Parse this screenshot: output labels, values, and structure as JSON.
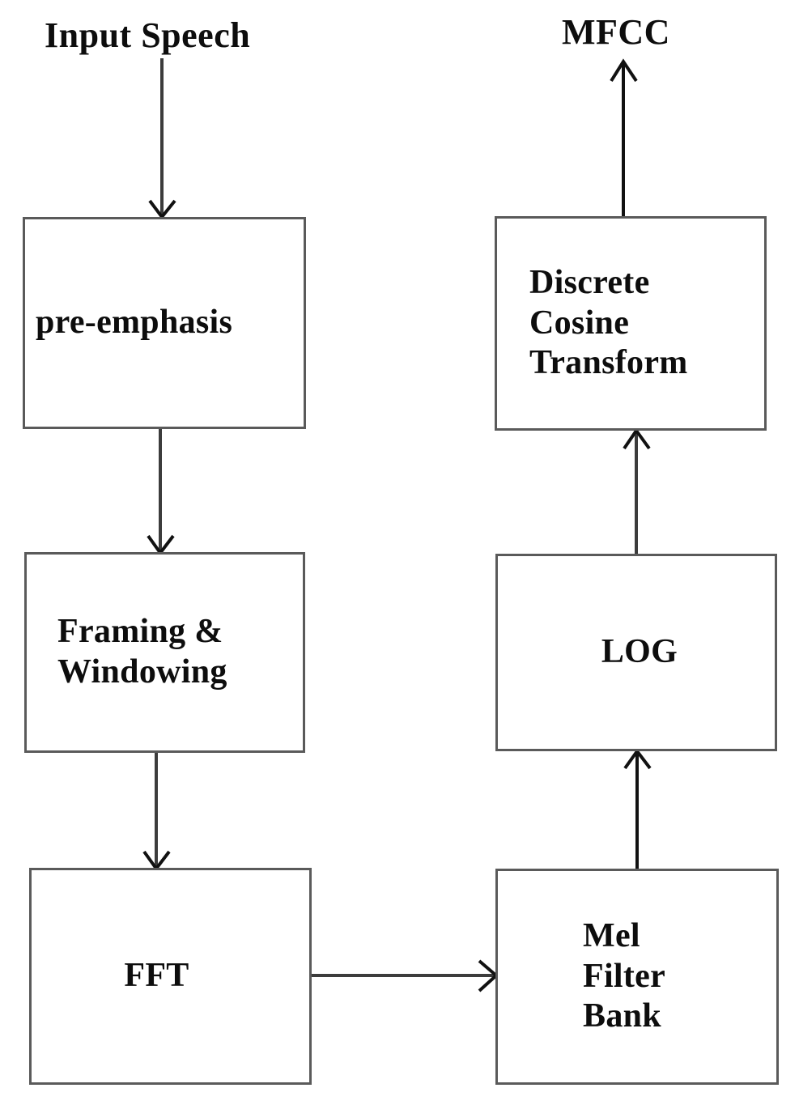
{
  "diagram": {
    "title": "MFCC feature extraction block diagram",
    "background_color": "#ffffff",
    "line_color": "#5a5a5a",
    "text_color": "#0d0d0d",
    "captions": {
      "input": "Input Speech",
      "output": "MFCC"
    },
    "nodes": [
      {
        "id": "pre-emphasis",
        "label": "pre-emphasis"
      },
      {
        "id": "framing",
        "label": "Framing &\nWindowing"
      },
      {
        "id": "fft",
        "label": "FFT"
      },
      {
        "id": "mel",
        "label": "Mel\nFilter\nBank"
      },
      {
        "id": "log",
        "label": "LOG"
      },
      {
        "id": "dct",
        "label": "Discrete\nCosine\nTransform"
      }
    ],
    "edges": [
      {
        "id": "input-to-pre-emphasis",
        "from": "Input Speech",
        "to": "pre-emphasis",
        "direction": "down"
      },
      {
        "id": "pre-emphasis-to-framing",
        "from": "pre-emphasis",
        "to": "Framing & Windowing",
        "direction": "down"
      },
      {
        "id": "framing-to-fft",
        "from": "Framing & Windowing",
        "to": "FFT",
        "direction": "down"
      },
      {
        "id": "fft-to-mel",
        "from": "FFT",
        "to": "Mel Filter Bank",
        "direction": "right"
      },
      {
        "id": "mel-to-log",
        "from": "Mel Filter Bank",
        "to": "LOG",
        "direction": "up"
      },
      {
        "id": "log-to-dct",
        "from": "LOG",
        "to": "Discrete Cosine Transform",
        "direction": "up"
      },
      {
        "id": "dct-to-mfcc",
        "from": "Discrete Cosine Transform",
        "to": "MFCC",
        "direction": "up"
      }
    ]
  }
}
